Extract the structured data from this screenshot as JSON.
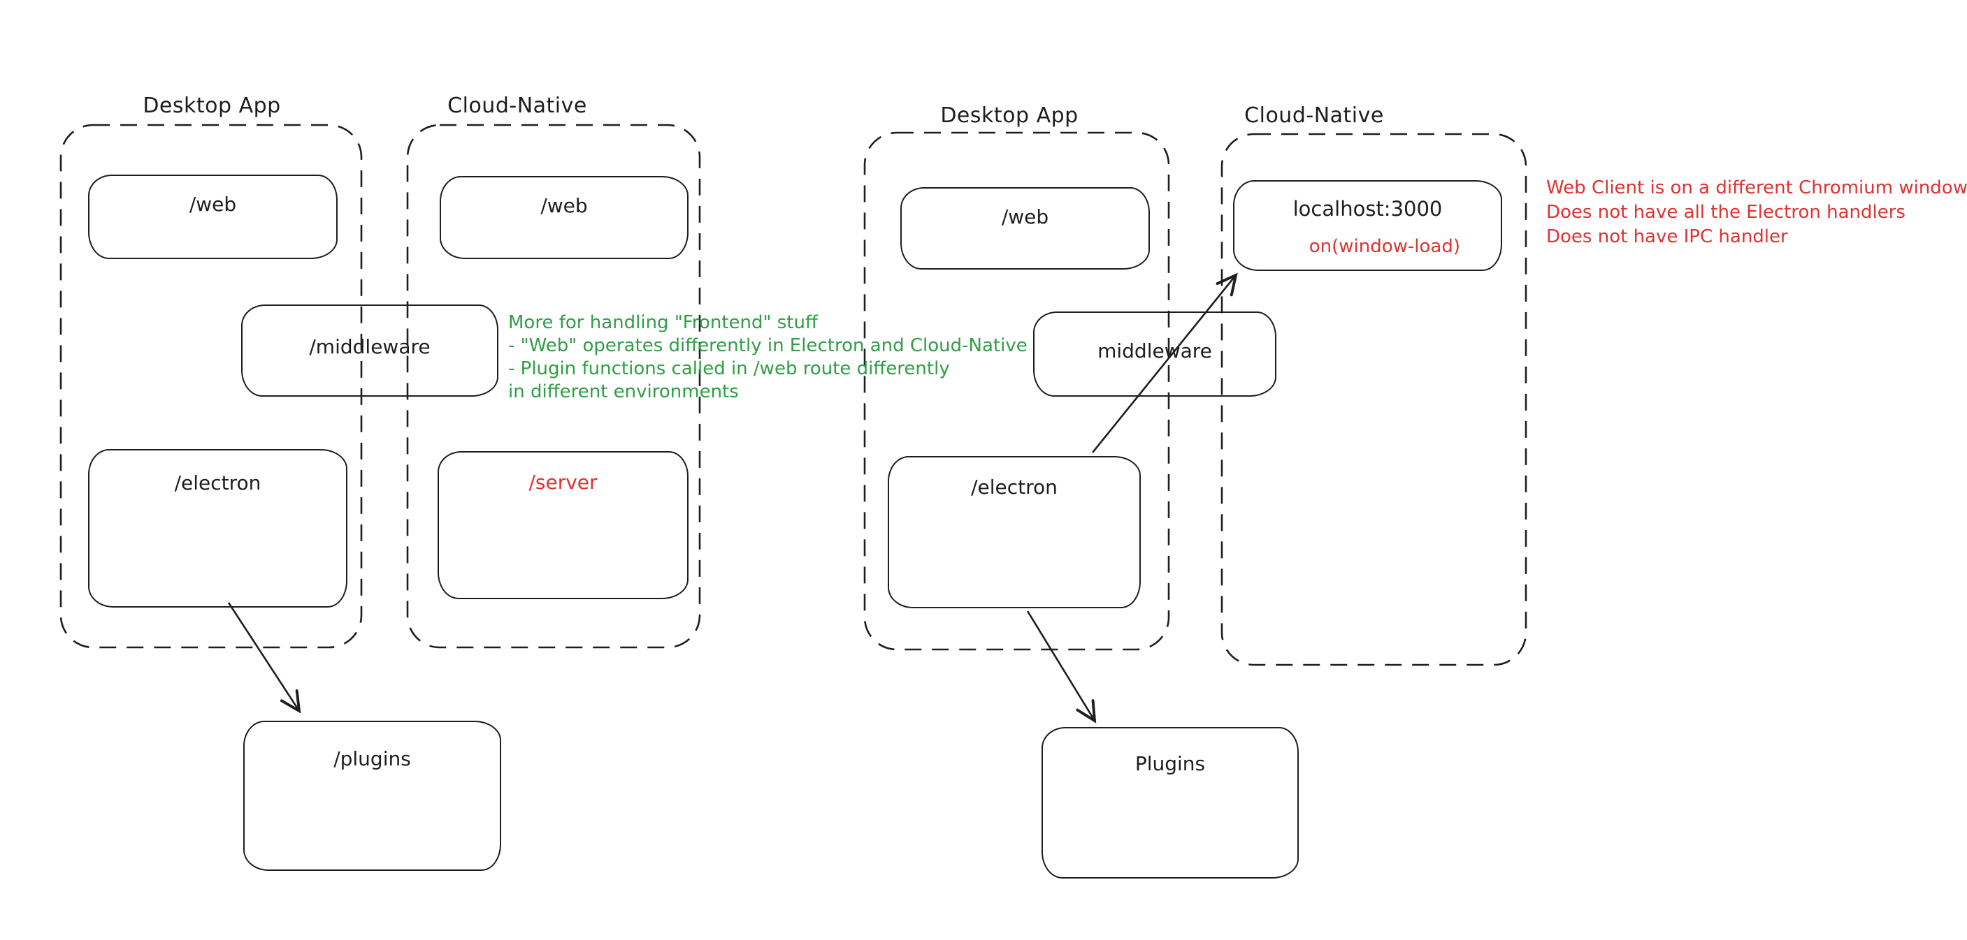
{
  "colors": {
    "stroke": "#1e1e1e",
    "note_green": "#2f9e44",
    "note_red": "#e03131",
    "background": "#ffffff"
  },
  "left_diagram": {
    "desktop_container": {
      "label": "Desktop App"
    },
    "cloud_container": {
      "label": "Cloud-Native"
    },
    "web_desktop_box": {
      "label": "/web"
    },
    "web_cloud_box": {
      "label": "/web"
    },
    "middleware_box": {
      "label": "/middleware"
    },
    "electron_box": {
      "label": "/electron"
    },
    "server_box": {
      "label": "/server"
    },
    "plugins_box": {
      "label": "/plugins"
    },
    "green_note": {
      "lines": [
        "More for handling \"Frontend\" stuff",
        "- \"Web\" operates differently in Electron and Cloud-Native",
        "- Plugin functions called in /web route differently",
        "in different environments"
      ]
    }
  },
  "right_diagram": {
    "desktop_container": {
      "label": "Desktop App"
    },
    "cloud_container": {
      "label": "Cloud-Native"
    },
    "web_box": {
      "label": "/web"
    },
    "localhost_box": {
      "title": "localhost:3000",
      "event_label": "on(window-load)"
    },
    "middleware_box": {
      "label": "middleware"
    },
    "electron_box": {
      "label": "/electron"
    },
    "plugins_box": {
      "label": "Plugins"
    },
    "red_note": {
      "lines": [
        "Web Client is on a different Chromium window",
        "Does not have all the Electron handlers",
        "Does not have IPC handler"
      ]
    }
  }
}
